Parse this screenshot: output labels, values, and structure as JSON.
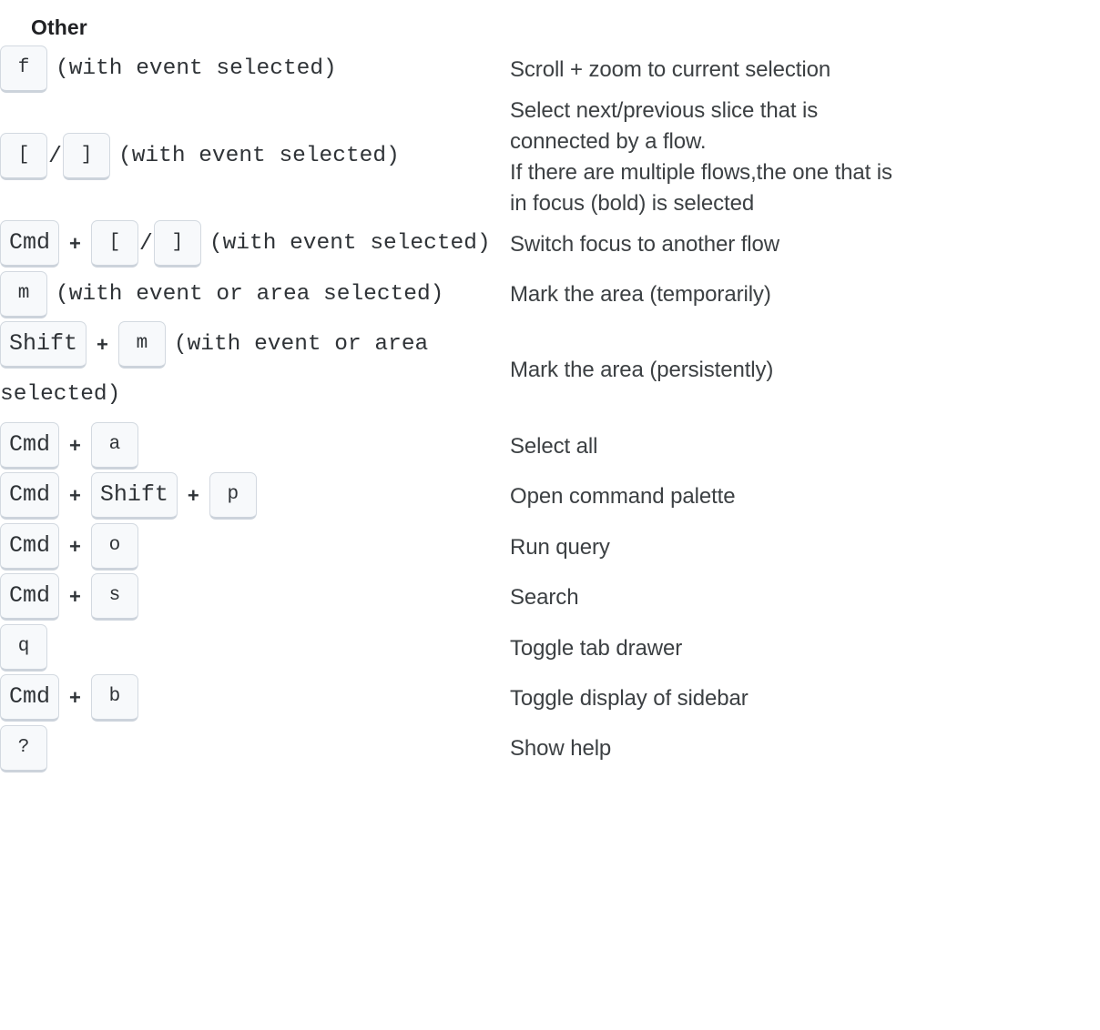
{
  "section": {
    "title": "Other"
  },
  "colors": {
    "page_background": "#ffffff",
    "key_background": "#f7f9fb",
    "key_border": "#d3d9e0",
    "key_border_bottom": "#ccd3db",
    "key_text": "#2f3337",
    "heading_text": "#202124",
    "description_text": "#3c4043"
  },
  "separators": {
    "plus": "+",
    "slash": "/"
  },
  "rows": [
    {
      "keys": [
        "f"
      ],
      "note": "(with event selected)",
      "description_lines": [
        "Scroll + zoom to current selection"
      ]
    },
    {
      "keys": [
        "[",
        "]"
      ],
      "joiner": "slash",
      "note": "(with event selected)",
      "description_lines": [
        "Select next/previous slice that is",
        "connected by a flow.",
        "If there are multiple flows,the one that is",
        "in focus (bold) is selected"
      ]
    },
    {
      "keys": [
        "Cmd",
        "[",
        "]"
      ],
      "note": "(with event selected)",
      "description_lines": [
        "Switch focus to another flow"
      ]
    },
    {
      "keys": [
        "m"
      ],
      "note": "(with event or area selected)",
      "description_lines": [
        "Mark the area (temporarily)"
      ]
    },
    {
      "keys": [
        "Shift",
        "m"
      ],
      "note": "(with event or area selected)",
      "description_lines": [
        "Mark the area (persistently)"
      ]
    },
    {
      "keys": [
        "Cmd",
        "a"
      ],
      "note": "",
      "description_lines": [
        "Select all"
      ]
    },
    {
      "keys": [
        "Cmd",
        "Shift",
        "p"
      ],
      "note": "",
      "description_lines": [
        "Open command palette"
      ]
    },
    {
      "keys": [
        "Cmd",
        "o"
      ],
      "note": "",
      "description_lines": [
        "Run query"
      ]
    },
    {
      "keys": [
        "Cmd",
        "s"
      ],
      "note": "",
      "description_lines": [
        "Search"
      ]
    },
    {
      "keys": [
        "q"
      ],
      "note": "",
      "description_lines": [
        "Toggle tab drawer"
      ]
    },
    {
      "keys": [
        "Cmd",
        "b"
      ],
      "note": "",
      "description_lines": [
        "Toggle display of sidebar"
      ]
    },
    {
      "keys": [
        "?"
      ],
      "note": "",
      "description_lines": [
        "Show help"
      ]
    }
  ]
}
